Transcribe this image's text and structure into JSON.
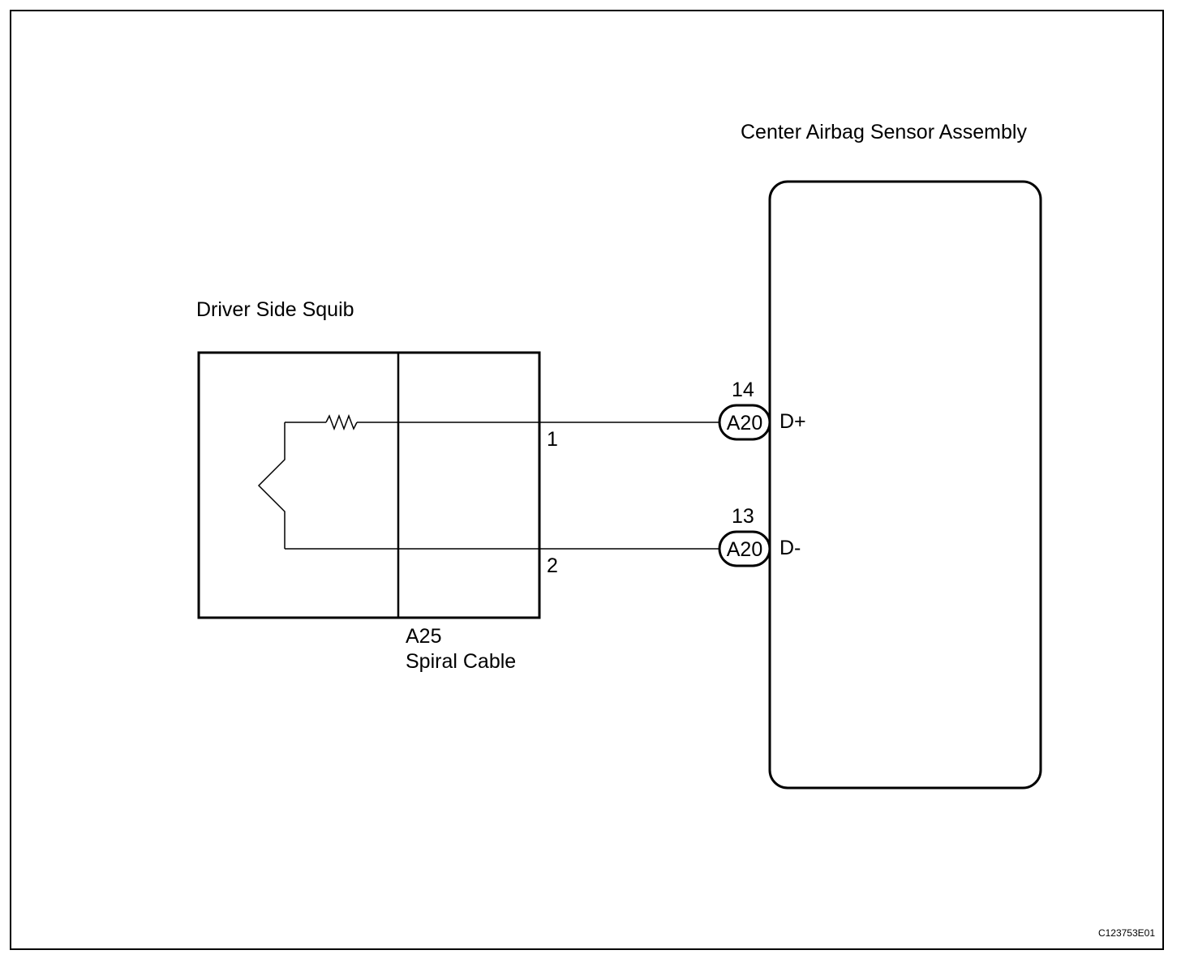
{
  "labels": {
    "sensor_assembly": "Center Airbag Sensor Assembly",
    "squib": "Driver Side Squib",
    "spiral_code": "A25",
    "spiral_name": "Spiral Cable",
    "figure_ref": "C123753E01"
  },
  "wires": [
    {
      "pin_left": "1",
      "pin_right": "14",
      "connector": "A20",
      "terminal": "D+"
    },
    {
      "pin_left": "2",
      "pin_right": "13",
      "connector": "A20",
      "terminal": "D-"
    }
  ],
  "colors": {
    "line": "#000000",
    "background": "#ffffff"
  }
}
